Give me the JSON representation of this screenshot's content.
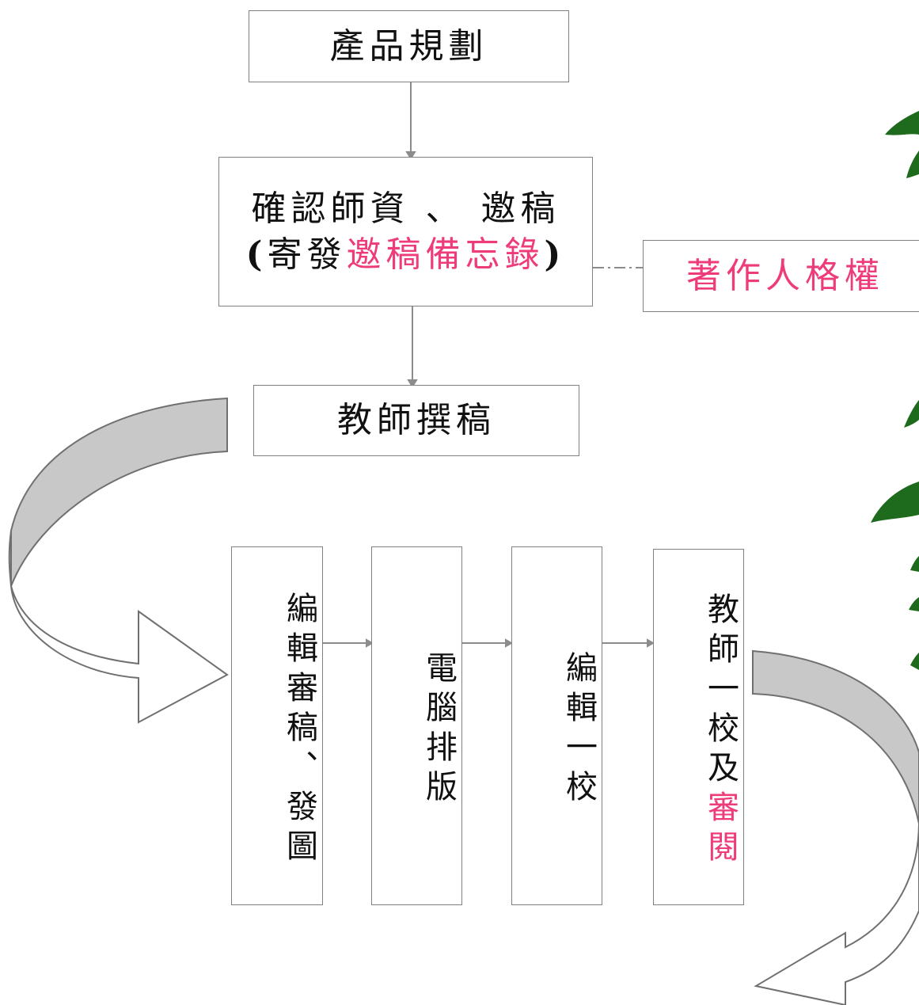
{
  "colors": {
    "border": "#808080",
    "highlight": "#ee3b7a",
    "arrow_fill": "#c8c8c8",
    "leaf": "#1e6b1e"
  },
  "nodes": {
    "planning": "產品規劃",
    "confirm_line1": "確認師資 、 邀稿",
    "confirm_line2_open": "(",
    "confirm_line2_pre": "寄發",
    "confirm_line2_hl": "邀稿備忘錄",
    "confirm_line2_close": ")",
    "moral_rights": "著作人格權",
    "teacher_writing": "教師撰稿",
    "edit_review": "編輯審稿、發圖",
    "typesetting": "電腦排版",
    "edit_proof": "編輯一校",
    "teacher_proof_pre": "教師一校及",
    "teacher_proof_hl": "審閱"
  },
  "icons": [
    "curved-arrow-left-icon",
    "curved-arrow-right-icon",
    "bamboo-leaf-icon"
  ]
}
